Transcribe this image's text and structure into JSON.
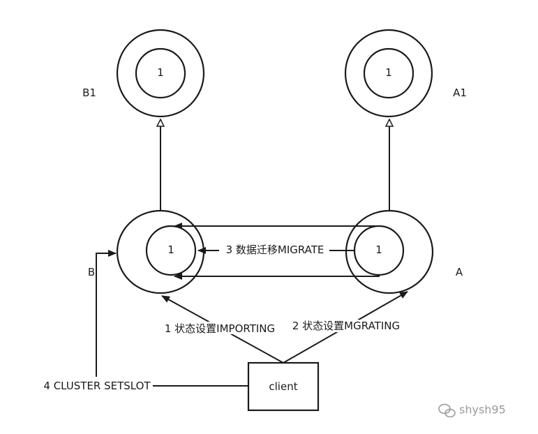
{
  "nodes": {
    "b1": {
      "label": "B1",
      "inner": "1"
    },
    "a1": {
      "label": "A1",
      "inner": "1"
    },
    "b": {
      "label": "B",
      "inner": "1"
    },
    "a": {
      "label": "A",
      "inner": "1"
    }
  },
  "client": {
    "label": "client"
  },
  "edges": {
    "migrate": "3 数据迁移MIGRATE",
    "importing": "1 状态设置IMPORTING",
    "migrating": "2 状态设置MGRATING",
    "setslot": "4 CLUSTER SETSLOT"
  },
  "watermark": {
    "text": "shysh95",
    "icon": "wechat-icon"
  }
}
